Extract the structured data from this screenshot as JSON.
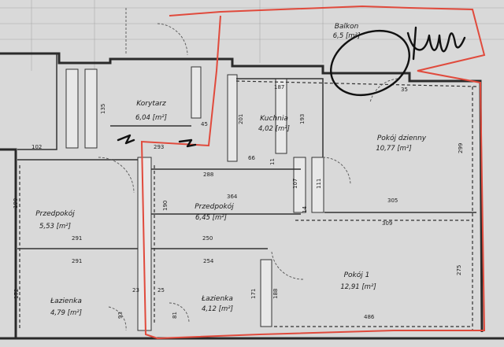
{
  "rooms": {
    "korytarz": {
      "name": "Korytarz",
      "area": "6,04 [m²]"
    },
    "balkon": {
      "name": "Balkon",
      "area": "6,5 [m²]"
    },
    "kuchnia": {
      "name": "Kuchnia",
      "area": "4,02 [m²]"
    },
    "pokoj_dzienny": {
      "name": "Pokój dzienny",
      "area": "10,77 [m²]"
    },
    "przedpokoj_left": {
      "name": "Przedpokój",
      "area": "5,53 [m²]"
    },
    "przedpokoj_center": {
      "name": "Przedpokój",
      "area": "6,45 [m²]"
    },
    "lazienka_left": {
      "name": "Łazienka",
      "area": "4,79 [m²]"
    },
    "lazienka_center": {
      "name": "Łazienka",
      "area": "4,12 [m²]"
    },
    "pokoj_1": {
      "name": "Pokój 1",
      "area": "12,91 [m²]"
    }
  },
  "dimensions": {
    "d102": "102",
    "d135": "135",
    "d45": "45",
    "d293": "293",
    "d187": "187",
    "d201": "201",
    "d193": "193",
    "d35": "35",
    "d66": "66",
    "d11": "11",
    "d288": "288",
    "d190": "190",
    "d364": "364",
    "d107": "107",
    "d111": "111",
    "d305": "305",
    "d14": "14",
    "d309": "309",
    "d299": "299",
    "d291a": "291",
    "d250": "250",
    "d291b": "291",
    "d254": "254",
    "d172": "172",
    "d171": "171",
    "d23": "23",
    "d25": "25",
    "d93": "93",
    "d81": "81",
    "d188": "188",
    "d275": "275",
    "d486": "486"
  },
  "colors": {
    "paper": "#d9d9d9",
    "walls": "#2a2a2a",
    "annotation": "#e04a3c"
  },
  "annotations": {
    "signature": "handwritten signature",
    "circle": "balkon circled in ink"
  }
}
